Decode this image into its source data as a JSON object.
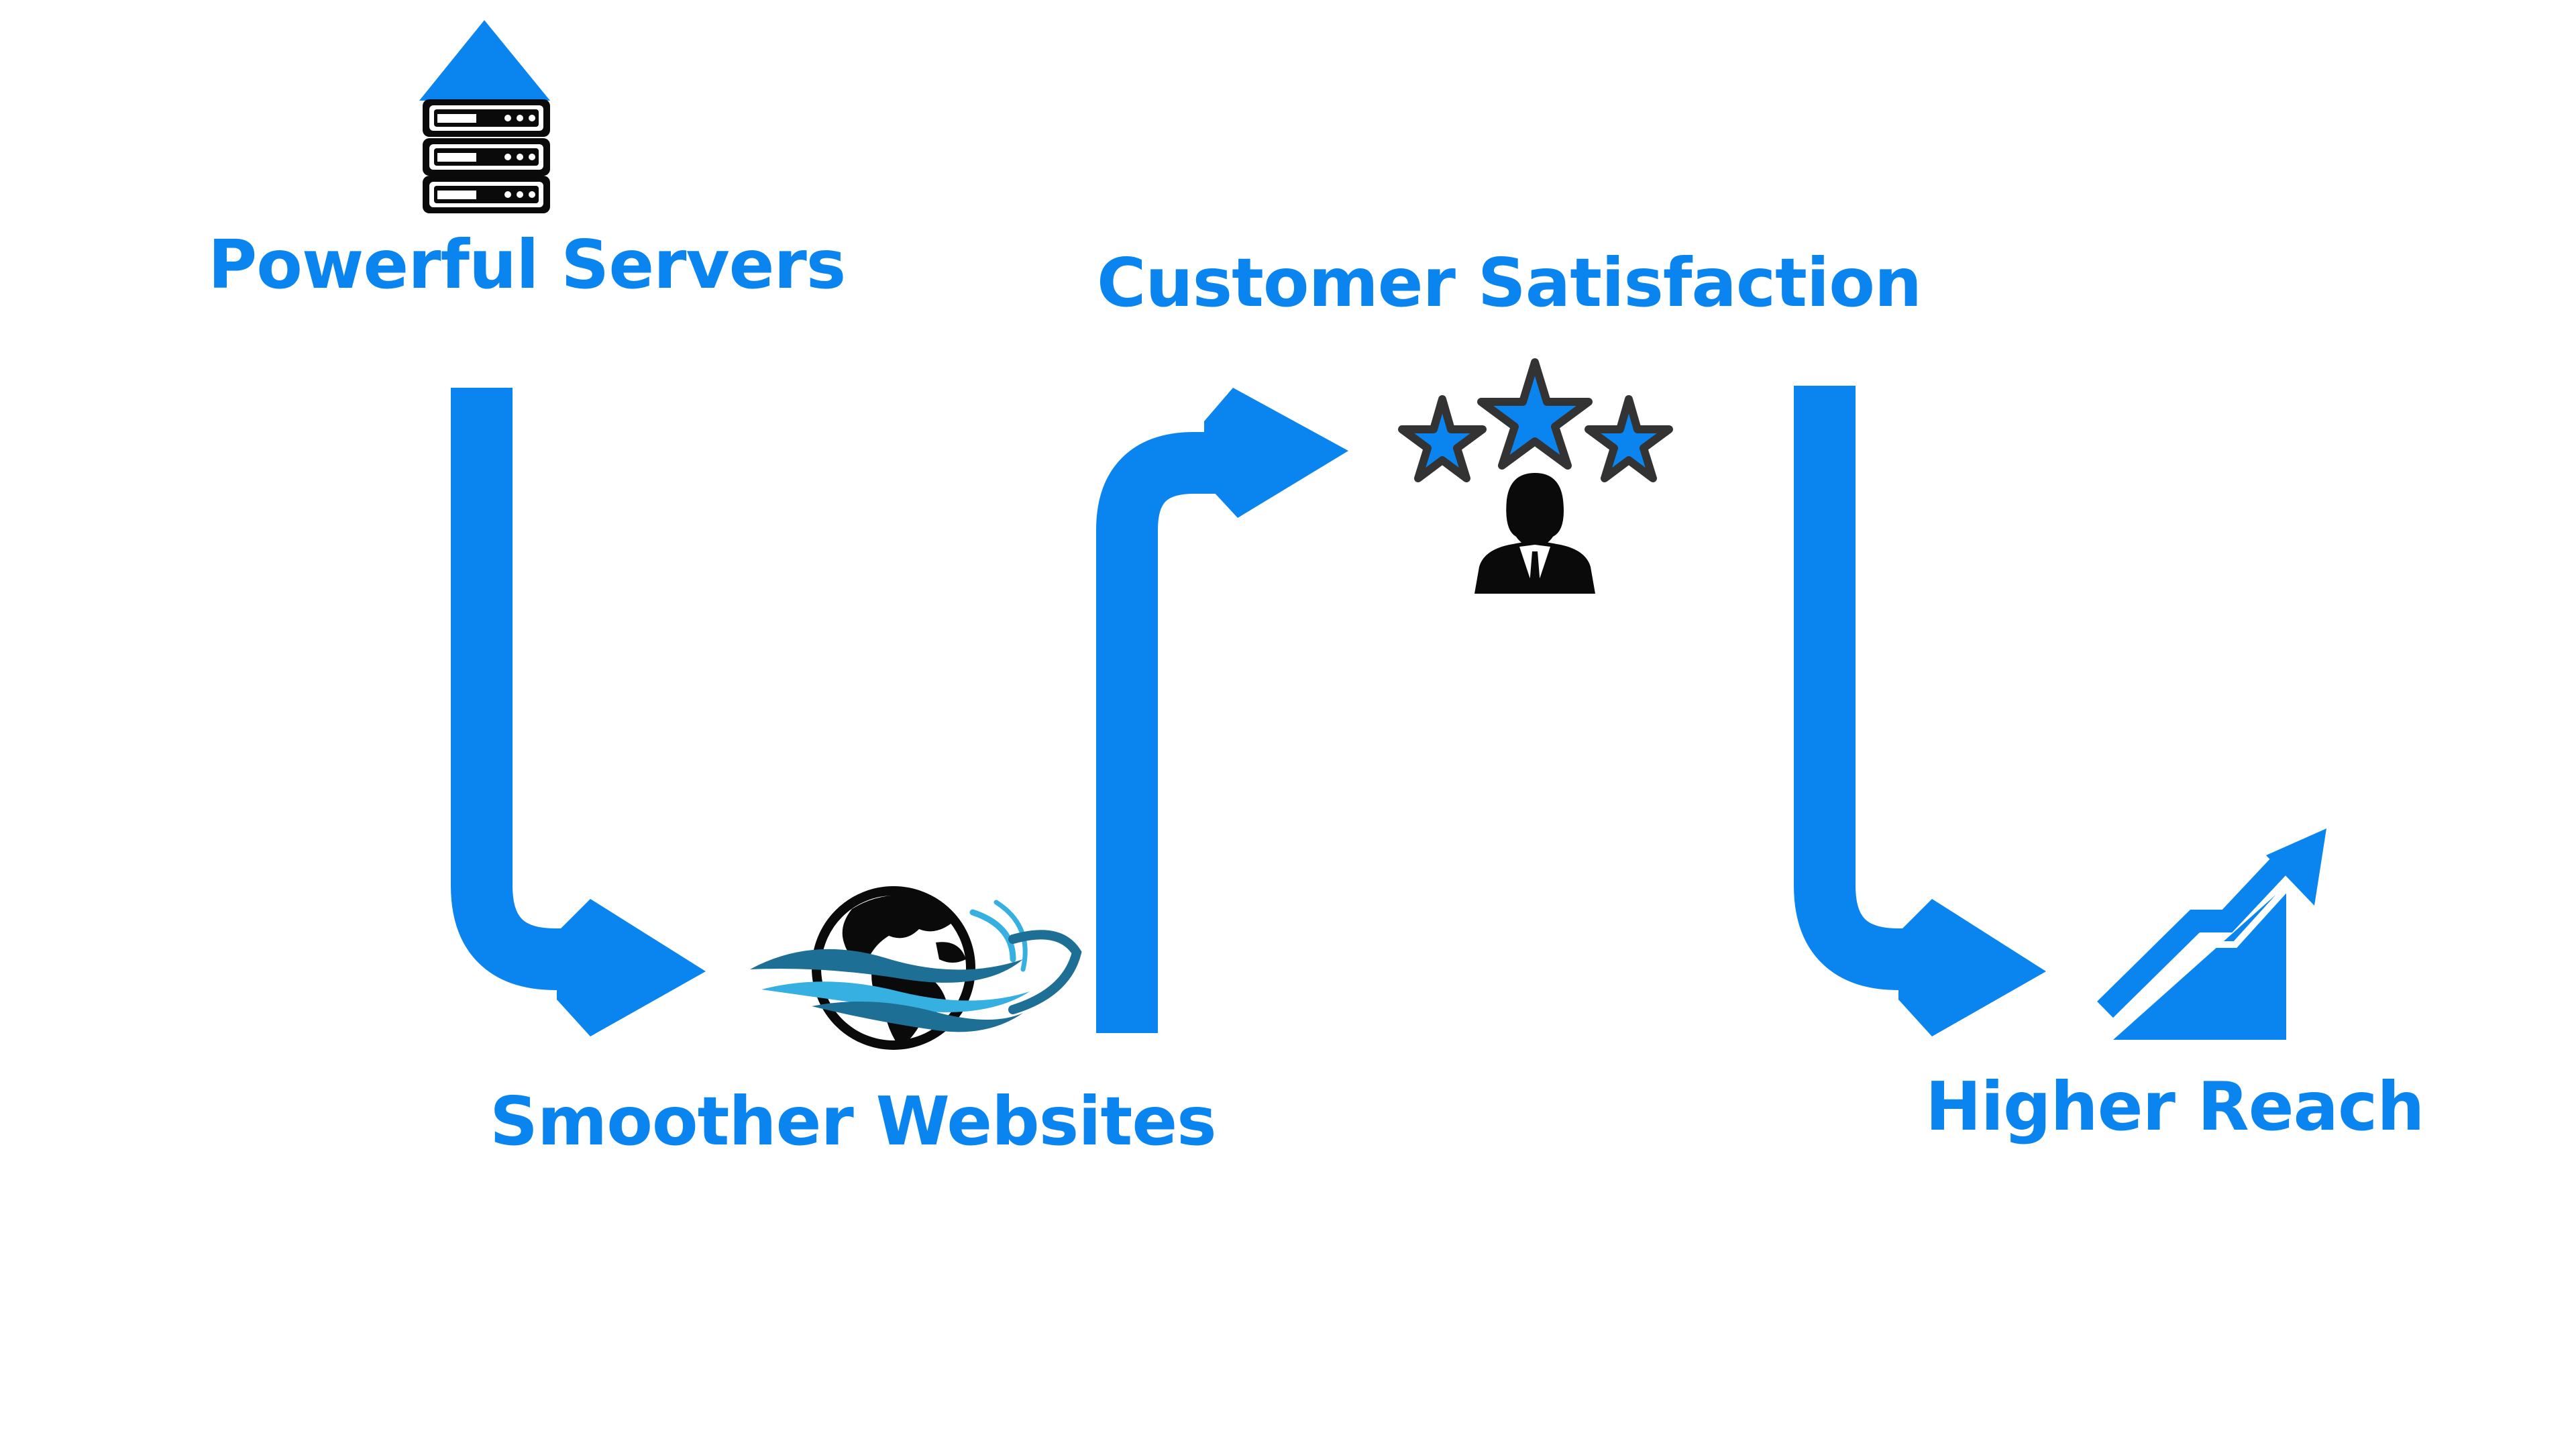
{
  "colors": {
    "accent": "#0a85f0",
    "icon_dark": "#0a0a0a",
    "star_outline": "#333333",
    "wave_light": "#36b0e0",
    "wave_dark": "#1d6f96",
    "background": "#ffffff"
  },
  "steps": [
    {
      "label": "Powerful Servers",
      "icon": "server-rack-upload-icon"
    },
    {
      "label": "Smoother Websites",
      "icon": "globe-waves-icon"
    },
    {
      "label": "Customer Satisfaction",
      "icon": "rated-customer-icon"
    },
    {
      "label": "Higher Reach",
      "icon": "growth-chart-icon"
    }
  ],
  "connectors": [
    {
      "from": "Powerful Servers",
      "to": "Smoother Websites"
    },
    {
      "from": "Smoother Websites",
      "to": "Customer Satisfaction"
    },
    {
      "from": "Customer Satisfaction",
      "to": "Higher Reach"
    }
  ]
}
